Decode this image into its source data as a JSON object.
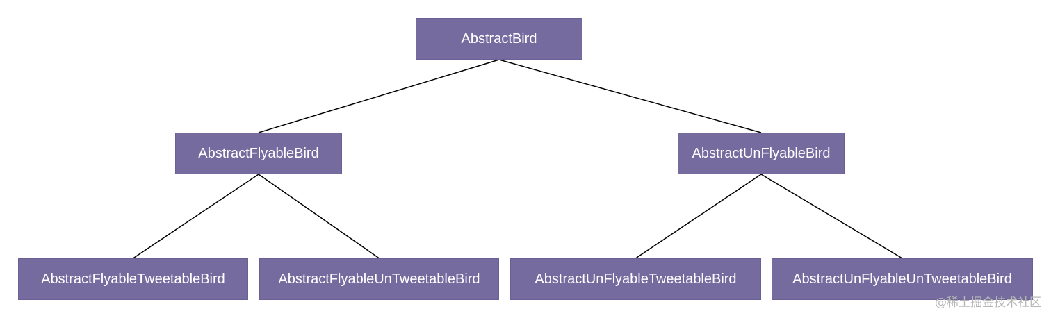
{
  "diagram": {
    "nodes": [
      {
        "id": "root",
        "label": "AbstractBird"
      },
      {
        "id": "fly",
        "label": "AbstractFlyableBird"
      },
      {
        "id": "unfly",
        "label": "AbstractUnFlyableBird"
      },
      {
        "id": "fly_tweet",
        "label": "AbstractFlyableTweetableBird"
      },
      {
        "id": "fly_untweet",
        "label": "AbstractFlyableUnTweetableBird"
      },
      {
        "id": "unfly_tweet",
        "label": "AbstractUnFlyableTweetableBird"
      },
      {
        "id": "unfly_untweet",
        "label": "AbstractUnFlyableUnTweetableBird"
      }
    ],
    "edges": [
      {
        "from": "root",
        "to": "fly"
      },
      {
        "from": "root",
        "to": "unfly"
      },
      {
        "from": "fly",
        "to": "fly_tweet"
      },
      {
        "from": "fly",
        "to": "fly_untweet"
      },
      {
        "from": "unfly",
        "to": "unfly_tweet"
      },
      {
        "from": "unfly",
        "to": "unfly_untweet"
      }
    ],
    "colors": {
      "node_fill": "#756b9f",
      "node_text": "#ffffff",
      "edge": "#000000"
    }
  },
  "watermark": "@稀土掘金技术社区"
}
